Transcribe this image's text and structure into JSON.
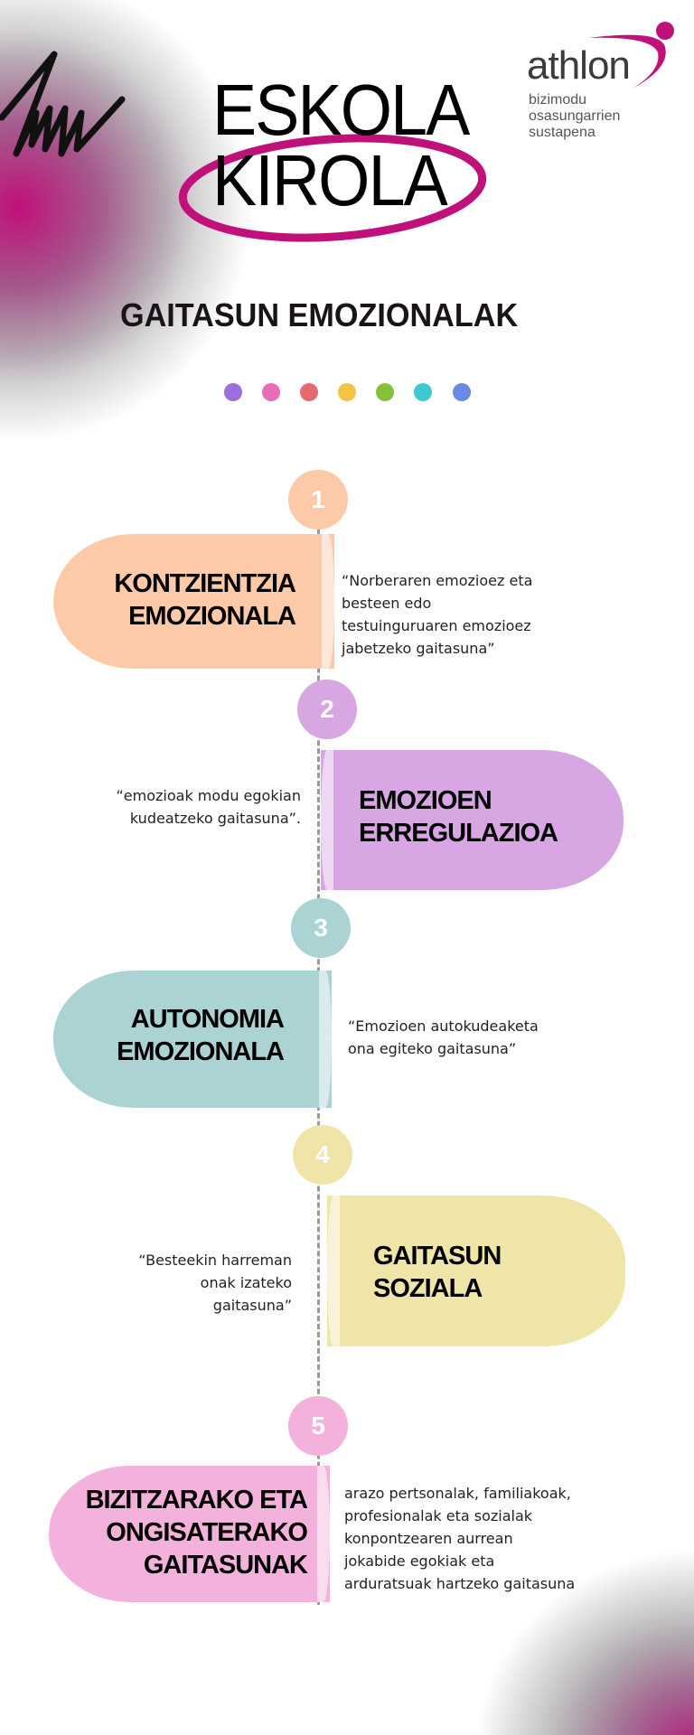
{
  "header": {
    "title_line1": "ESKOLA",
    "title_line2": "KIROLA",
    "logo": {
      "name": "athlon",
      "sub": [
        "bizimodu",
        "osasungarrien",
        "sustapena"
      ],
      "accent": "#c0107a"
    },
    "heading": "GAITASUN EMOZIONALAK",
    "dots": [
      "#9b6fe0",
      "#e86db8",
      "#e5696f",
      "#f2c443",
      "#86bf3a",
      "#3ec9d0",
      "#6a8ae4"
    ]
  },
  "steps": [
    {
      "number": "1",
      "title": [
        "KONTZIENTZIA",
        "EMOZIONALA"
      ],
      "quote": [
        "“Norberaren emozioez eta",
        "besteen edo",
        "testuinguruaren emozioez",
        "jabetzeko gaitasuna”"
      ],
      "color": "#fccaa8"
    },
    {
      "number": "2",
      "title": [
        "EMOZIOEN",
        "ERREGULAZIOA"
      ],
      "quote": [
        "“emozioak modu egokian",
        "kudeatzeko gaitasuna”."
      ],
      "color": "#d7a6e3"
    },
    {
      "number": "3",
      "title": [
        "AUTONOMIA",
        "EMOZIONALA"
      ],
      "quote": [
        "“Emozioen autokudeaketa",
        "ona egiteko gaitasuna”"
      ],
      "color": "#abd3d4"
    },
    {
      "number": "4",
      "title": [
        "GAITASUN",
        "SOZIALA"
      ],
      "quote": [
        "“Besteekin harreman",
        "onak izateko",
        "gaitasuna”"
      ],
      "color": "#efe5a9"
    },
    {
      "number": "5",
      "title": [
        "BIZITZARAKO ETA",
        "ONGISATERAKO",
        "GAITASUNAK"
      ],
      "quote": [
        "arazo pertsonalak, familiakoak,",
        "profesionalak eta sozialak",
        "konpontzearen aurrean",
        "jokabide egokiak eta",
        "arduratsuak hartzeko gaitasuna"
      ],
      "color": "#f2b2dc"
    }
  ]
}
